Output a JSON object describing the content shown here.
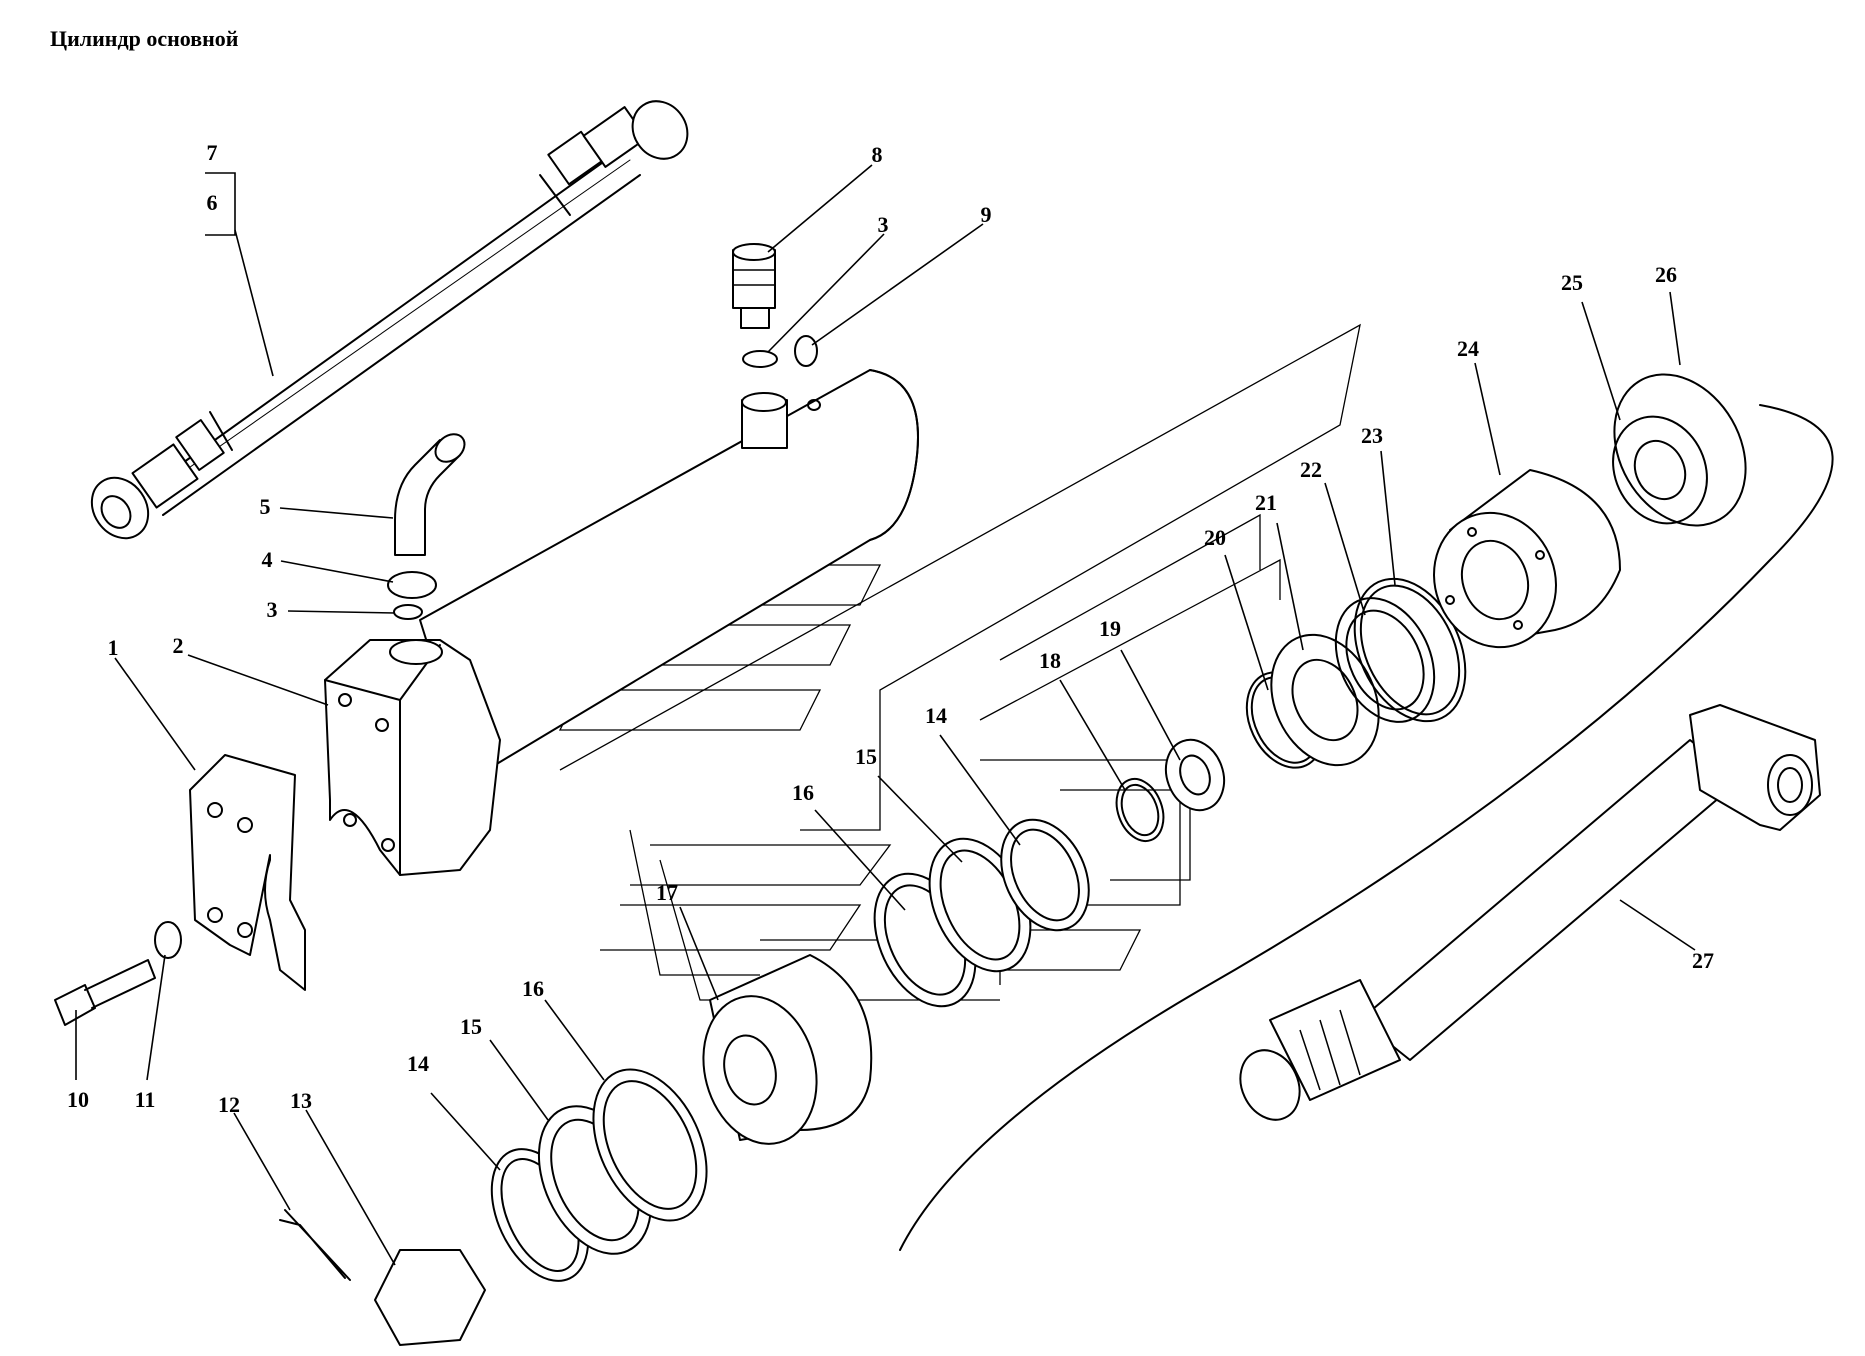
{
  "title": "Цилиндр основной",
  "callouts": [
    {
      "id": "1",
      "label": "1"
    },
    {
      "id": "2",
      "label": "2"
    },
    {
      "id": "3a",
      "label": "3"
    },
    {
      "id": "3b",
      "label": "3"
    },
    {
      "id": "4",
      "label": "4"
    },
    {
      "id": "5",
      "label": "5"
    },
    {
      "id": "6",
      "label": "6"
    },
    {
      "id": "7",
      "label": "7"
    },
    {
      "id": "8",
      "label": "8"
    },
    {
      "id": "9",
      "label": "9"
    },
    {
      "id": "10",
      "label": "10"
    },
    {
      "id": "11",
      "label": "11"
    },
    {
      "id": "12",
      "label": "12"
    },
    {
      "id": "13",
      "label": "13"
    },
    {
      "id": "14a",
      "label": "14"
    },
    {
      "id": "14b",
      "label": "14"
    },
    {
      "id": "15a",
      "label": "15"
    },
    {
      "id": "15b",
      "label": "15"
    },
    {
      "id": "16a",
      "label": "16"
    },
    {
      "id": "16b",
      "label": "16"
    },
    {
      "id": "17",
      "label": "17"
    },
    {
      "id": "18",
      "label": "18"
    },
    {
      "id": "19",
      "label": "19"
    },
    {
      "id": "20",
      "label": "20"
    },
    {
      "id": "21",
      "label": "21"
    },
    {
      "id": "22",
      "label": "22"
    },
    {
      "id": "23",
      "label": "23"
    },
    {
      "id": "24",
      "label": "24"
    },
    {
      "id": "25",
      "label": "25"
    },
    {
      "id": "26",
      "label": "26"
    },
    {
      "id": "27",
      "label": "27"
    }
  ]
}
